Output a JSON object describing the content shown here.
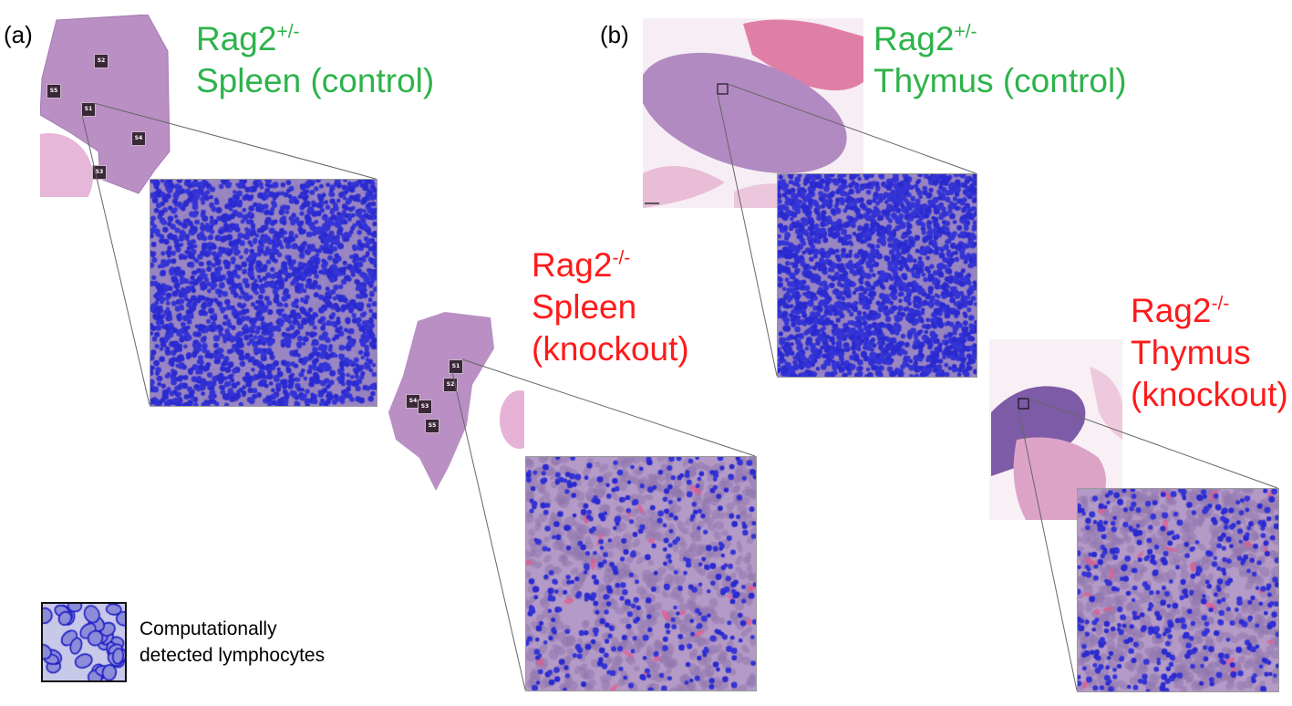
{
  "panels": {
    "a": {
      "label": "(a)",
      "control": {
        "gene": "Rag2",
        "genotype": "+/-",
        "tissue": "Spleen (control)"
      },
      "knockout": {
        "gene": "Rag2",
        "genotype": "-/-",
        "line1": "Spleen",
        "line2": "(knockout)"
      },
      "control_samples": [
        "S2",
        "S5",
        "S1",
        "S4",
        "S3"
      ],
      "knockout_samples": [
        "S1",
        "S2",
        "S4",
        "S3",
        "S5"
      ]
    },
    "b": {
      "label": "(b)",
      "control": {
        "gene": "Rag2",
        "genotype": "+/-",
        "tissue": "Thymus (control)"
      },
      "knockout": {
        "gene": "Rag2",
        "genotype": "-/-",
        "line1": "Thymus",
        "line2": "(knockout)"
      }
    }
  },
  "legend": {
    "line1": "Computationally",
    "line2": "detected lymphocytes"
  },
  "colors": {
    "control": "#2db34a",
    "knockout": "#ff1a1a",
    "lymphocyte": "#2a2ad0",
    "tissue": "#b98fc4"
  }
}
